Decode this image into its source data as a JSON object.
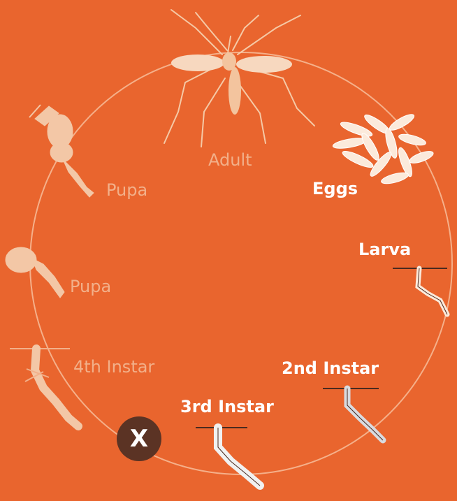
{
  "stages": {
    "adult": "Adult",
    "pupa_1": "Pupa",
    "pupa_2": "Pupa",
    "fourth_instar": "4th Instar",
    "eggs": "Eggs",
    "larva": "Larva",
    "second_instar": "2nd Instar",
    "third_instar": "3rd Instar"
  },
  "marker": {
    "text": "X"
  },
  "colors": {
    "background": "#e9652e",
    "cycle_ring": "#f5b08a",
    "faded_stage": "#f2b08a",
    "active_stage": "#ffffff",
    "marker_fill": "#5b3324"
  }
}
